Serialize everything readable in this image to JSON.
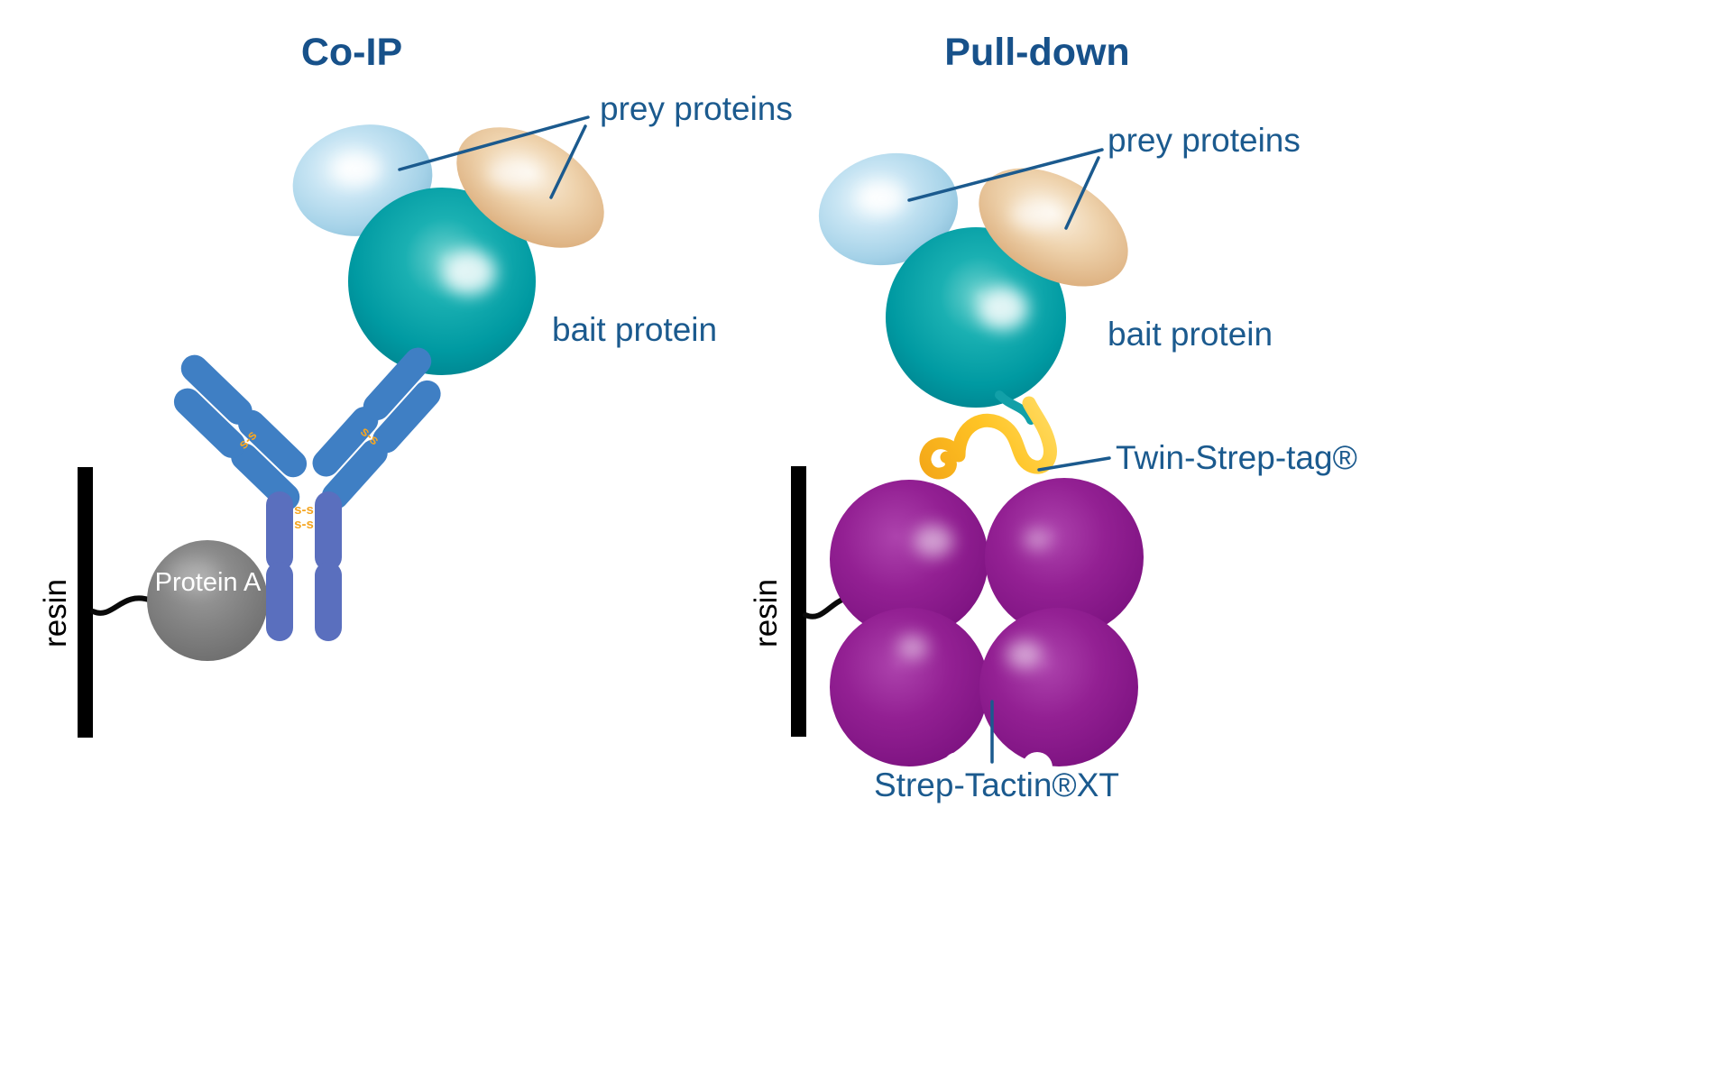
{
  "left": {
    "title": "Co-IP",
    "prey_label": "prey proteins",
    "bait_label": "bait protein",
    "protein_a_label": "Protein A",
    "resin_label": "resin",
    "disulfide": "s-s"
  },
  "right": {
    "title": "Pull-down",
    "prey_label": "prey proteins",
    "bait_label": "bait protein",
    "tag_label": "Twin-Strep-tag®",
    "streptactin_label": "Strep-Tactin®XT",
    "resin_label": "resin"
  },
  "colors": {
    "label_text": "#1b5a8e",
    "title_text": "#17518a",
    "bait_teal": "#009aa2",
    "prey_light_blue": "#a5d2e8",
    "prey_tan": "#e3bc92",
    "antibody_arm_blue": "#3f7fc4",
    "antibody_stem_blue": "#5a6fbe",
    "disulfide_orange": "#f5a623",
    "protein_a_gray": "#808080",
    "strep_tactin_purple": "#8e1d8e",
    "twin_strep_gold": "#ffc425",
    "resin_black": "#000000",
    "background": "#ffffff"
  }
}
